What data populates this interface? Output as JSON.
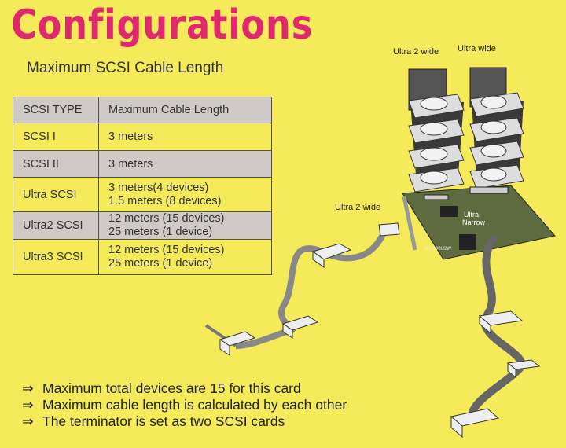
{
  "title": "Configurations",
  "subtitle": "Maximum SCSI Cable Length",
  "table": {
    "headers": [
      "SCSI TYPE",
      "Maximum Cable Length"
    ],
    "rows": [
      {
        "type": "SCSI I",
        "lengths": [
          "3 meters"
        ]
      },
      {
        "type": "SCSI II",
        "lengths": [
          "3 meters"
        ]
      },
      {
        "type": "Ultra SCSI",
        "lengths": [
          "3 meters(4 devices)",
          "1.5 meters (8 devices)"
        ]
      },
      {
        "type": "Ultra2 SCSI",
        "lengths": [
          "12 meters (15 devices)",
          "25 meters (1 device)"
        ]
      },
      {
        "type": "Ultra3 SCSI",
        "lengths": [
          "12 meters (15 devices)",
          "25 meters (1 device)"
        ]
      }
    ]
  },
  "notes": [
    "Maximum total devices are 15 for this card",
    "Maximum cable length is calculated by each other",
    "The terminator is set as two SCSI cards"
  ],
  "arrow_symbol": "⇒",
  "diagram": {
    "label_ultra2_wide_top": "Ultra 2 wide",
    "label_ultra_wide": "Ultra wide",
    "label_ultra2_wide_card": "Ultra 2 wide",
    "label_ultra_narrow_1": "Ultra",
    "label_ultra_narrow_2": "Narrow",
    "card_model": "DC-390U2W"
  },
  "colors": {
    "title": "#e0286e",
    "background": "#f4ea5a",
    "table_shade": "#cfcac7"
  }
}
